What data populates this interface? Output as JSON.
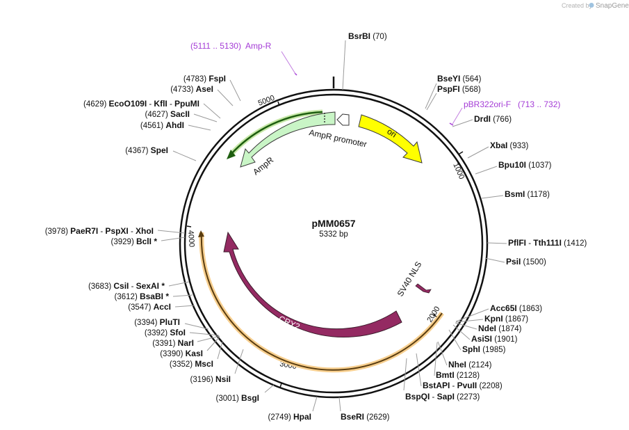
{
  "plasmid": {
    "name": "pMM0657",
    "size": "5332 bp"
  },
  "credit": {
    "prefix": "Created by",
    "brand": "SnapGene"
  },
  "ticks": [
    {
      "label": "1000"
    },
    {
      "label": "2000"
    },
    {
      "label": "3000"
    },
    {
      "label": "4000"
    },
    {
      "label": "5000"
    }
  ],
  "features": [
    {
      "name": "AmpR",
      "color": "#c9f5c6"
    },
    {
      "name": "AmpR promoter",
      "color": "#ffffff"
    },
    {
      "name": "ori",
      "color": "#ffff00"
    },
    {
      "name": "CRY2",
      "color": "#942a62"
    },
    {
      "name": "SV40 NLS",
      "color": "#942a62"
    }
  ],
  "primers": [
    {
      "range": "(5111 .. 5130)",
      "name": "Amp-R"
    },
    {
      "range": "(713 .. 732)",
      "name": "pBR322ori-F",
      "order": "name-first"
    }
  ],
  "sites": [
    {
      "id": "bsrbi",
      "parts": [
        {
          "text": "BsrBI",
          "b": true
        },
        {
          "text": "   (70)"
        }
      ]
    },
    {
      "id": "bseyi",
      "parts": [
        {
          "text": "BseYI",
          "b": true
        },
        {
          "text": "   (564)"
        }
      ]
    },
    {
      "id": "pspfi",
      "parts": [
        {
          "text": "PspFI",
          "b": true
        },
        {
          "text": "   (568)"
        }
      ]
    },
    {
      "id": "drdi",
      "parts": [
        {
          "text": "DrdI",
          "b": true
        },
        {
          "text": "   (766)"
        }
      ]
    },
    {
      "id": "xbai",
      "parts": [
        {
          "text": "XbaI",
          "b": true
        },
        {
          "text": "   (933)"
        }
      ]
    },
    {
      "id": "bpu10i",
      "parts": [
        {
          "text": "Bpu10I",
          "b": true
        },
        {
          "text": "   (1037)"
        }
      ]
    },
    {
      "id": "bsmi",
      "parts": [
        {
          "text": "BsmI",
          "b": true
        },
        {
          "text": "   (1178)"
        }
      ]
    },
    {
      "id": "pflfi",
      "parts": [
        {
          "text": "PflFI",
          "b": true
        },
        {
          "text": " - "
        },
        {
          "text": "Tth111I",
          "b": true
        },
        {
          "text": "   (1412)"
        }
      ]
    },
    {
      "id": "psii",
      "parts": [
        {
          "text": "PsiI",
          "b": true
        },
        {
          "text": "   (1500)"
        }
      ]
    },
    {
      "id": "acc65i",
      "parts": [
        {
          "text": "Acc65I",
          "b": true
        },
        {
          "text": "   (1863)"
        }
      ]
    },
    {
      "id": "kpni",
      "parts": [
        {
          "text": "KpnI",
          "b": true
        },
        {
          "text": "   (1867)"
        }
      ]
    },
    {
      "id": "ndei",
      "parts": [
        {
          "text": "NdeI",
          "b": true
        },
        {
          "text": "   (1874)"
        }
      ]
    },
    {
      "id": "assi",
      "parts": [
        {
          "text": "AsiSI",
          "b": true
        },
        {
          "text": "   (1901)"
        }
      ]
    },
    {
      "id": "sphi",
      "parts": [
        {
          "text": "SphI",
          "b": true
        },
        {
          "text": "   (1985)"
        }
      ]
    },
    {
      "id": "nhei",
      "parts": [
        {
          "text": "NheI",
          "b": true
        },
        {
          "text": "   (2124)"
        }
      ]
    },
    {
      "id": "bmti",
      "parts": [
        {
          "text": "BmtI",
          "b": true
        },
        {
          "text": "   (2128)"
        }
      ]
    },
    {
      "id": "bstapi",
      "parts": [
        {
          "text": "BstAPI",
          "b": true
        },
        {
          "text": " - "
        },
        {
          "text": "PvuII",
          "b": true
        },
        {
          "text": "   (2208)"
        }
      ]
    },
    {
      "id": "bspqi",
      "parts": [
        {
          "text": "BspQI",
          "b": true
        },
        {
          "text": " - "
        },
        {
          "text": "SapI",
          "b": true
        },
        {
          "text": "   (2273)"
        }
      ]
    },
    {
      "id": "bseri",
      "parts": [
        {
          "text": "BseRI",
          "b": true
        },
        {
          "text": "   (2629)"
        }
      ]
    },
    {
      "id": "hpai",
      "parts": [
        {
          "text": "(2749)   "
        },
        {
          "text": "HpaI",
          "b": true
        }
      ]
    },
    {
      "id": "bsgi",
      "parts": [
        {
          "text": "(3001)   "
        },
        {
          "text": "BsgI",
          "b": true
        }
      ]
    },
    {
      "id": "nsii",
      "parts": [
        {
          "text": "(3196)   "
        },
        {
          "text": "NsiI",
          "b": true
        }
      ]
    },
    {
      "id": "msci",
      "parts": [
        {
          "text": "(3352)   "
        },
        {
          "text": "MscI",
          "b": true
        }
      ]
    },
    {
      "id": "kasi",
      "parts": [
        {
          "text": "(3390)   "
        },
        {
          "text": "KasI",
          "b": true
        }
      ]
    },
    {
      "id": "nari",
      "parts": [
        {
          "text": "(3391)   "
        },
        {
          "text": "NarI",
          "b": true
        }
      ]
    },
    {
      "id": "sfoi",
      "parts": [
        {
          "text": "(3392)   "
        },
        {
          "text": "SfoI",
          "b": true
        }
      ]
    },
    {
      "id": "pluti",
      "parts": [
        {
          "text": "(3394)   "
        },
        {
          "text": "PluTI",
          "b": true
        }
      ]
    },
    {
      "id": "acci",
      "parts": [
        {
          "text": "(3547)   "
        },
        {
          "text": "AccI",
          "b": true
        }
      ]
    },
    {
      "id": "bsabi",
      "parts": [
        {
          "text": "(3612)   "
        },
        {
          "text": "BsaBI",
          "b": true
        },
        {
          "text": " *",
          "b": true
        }
      ]
    },
    {
      "id": "csii",
      "parts": [
        {
          "text": "(3683)   "
        },
        {
          "text": "CsiI",
          "b": true
        },
        {
          "text": " - "
        },
        {
          "text": "SexAI",
          "b": true
        },
        {
          "text": " *",
          "b": true
        }
      ]
    },
    {
      "id": "bcli",
      "parts": [
        {
          "text": "(3929)   "
        },
        {
          "text": "BclI",
          "b": true
        },
        {
          "text": " *",
          "b": true
        }
      ]
    },
    {
      "id": "paer7i",
      "parts": [
        {
          "text": "(3978)   "
        },
        {
          "text": "PaeR7I",
          "b": true
        },
        {
          "text": " - "
        },
        {
          "text": "PspXI",
          "b": true
        },
        {
          "text": " - "
        },
        {
          "text": "XhoI",
          "b": true
        }
      ]
    },
    {
      "id": "spei",
      "parts": [
        {
          "text": "(4367)   "
        },
        {
          "text": "SpeI",
          "b": true
        }
      ]
    },
    {
      "id": "ahdi",
      "parts": [
        {
          "text": "(4561)   "
        },
        {
          "text": "AhdI",
          "b": true
        }
      ]
    },
    {
      "id": "sacii",
      "parts": [
        {
          "text": "(4627)   "
        },
        {
          "text": "SacII",
          "b": true
        }
      ]
    },
    {
      "id": "eco0109i",
      "parts": [
        {
          "text": "(4629)   "
        },
        {
          "text": "EcoO109I",
          "b": true
        },
        {
          "text": " - "
        },
        {
          "text": "KflI",
          "b": true
        },
        {
          "text": " - "
        },
        {
          "text": "PpuMI",
          "b": true
        }
      ]
    },
    {
      "id": "asei",
      "parts": [
        {
          "text": "(4733)   "
        },
        {
          "text": "AseI",
          "b": true
        }
      ]
    },
    {
      "id": "fspi",
      "parts": [
        {
          "text": "(4783)   "
        },
        {
          "text": "FspI",
          "b": true
        }
      ]
    }
  ]
}
